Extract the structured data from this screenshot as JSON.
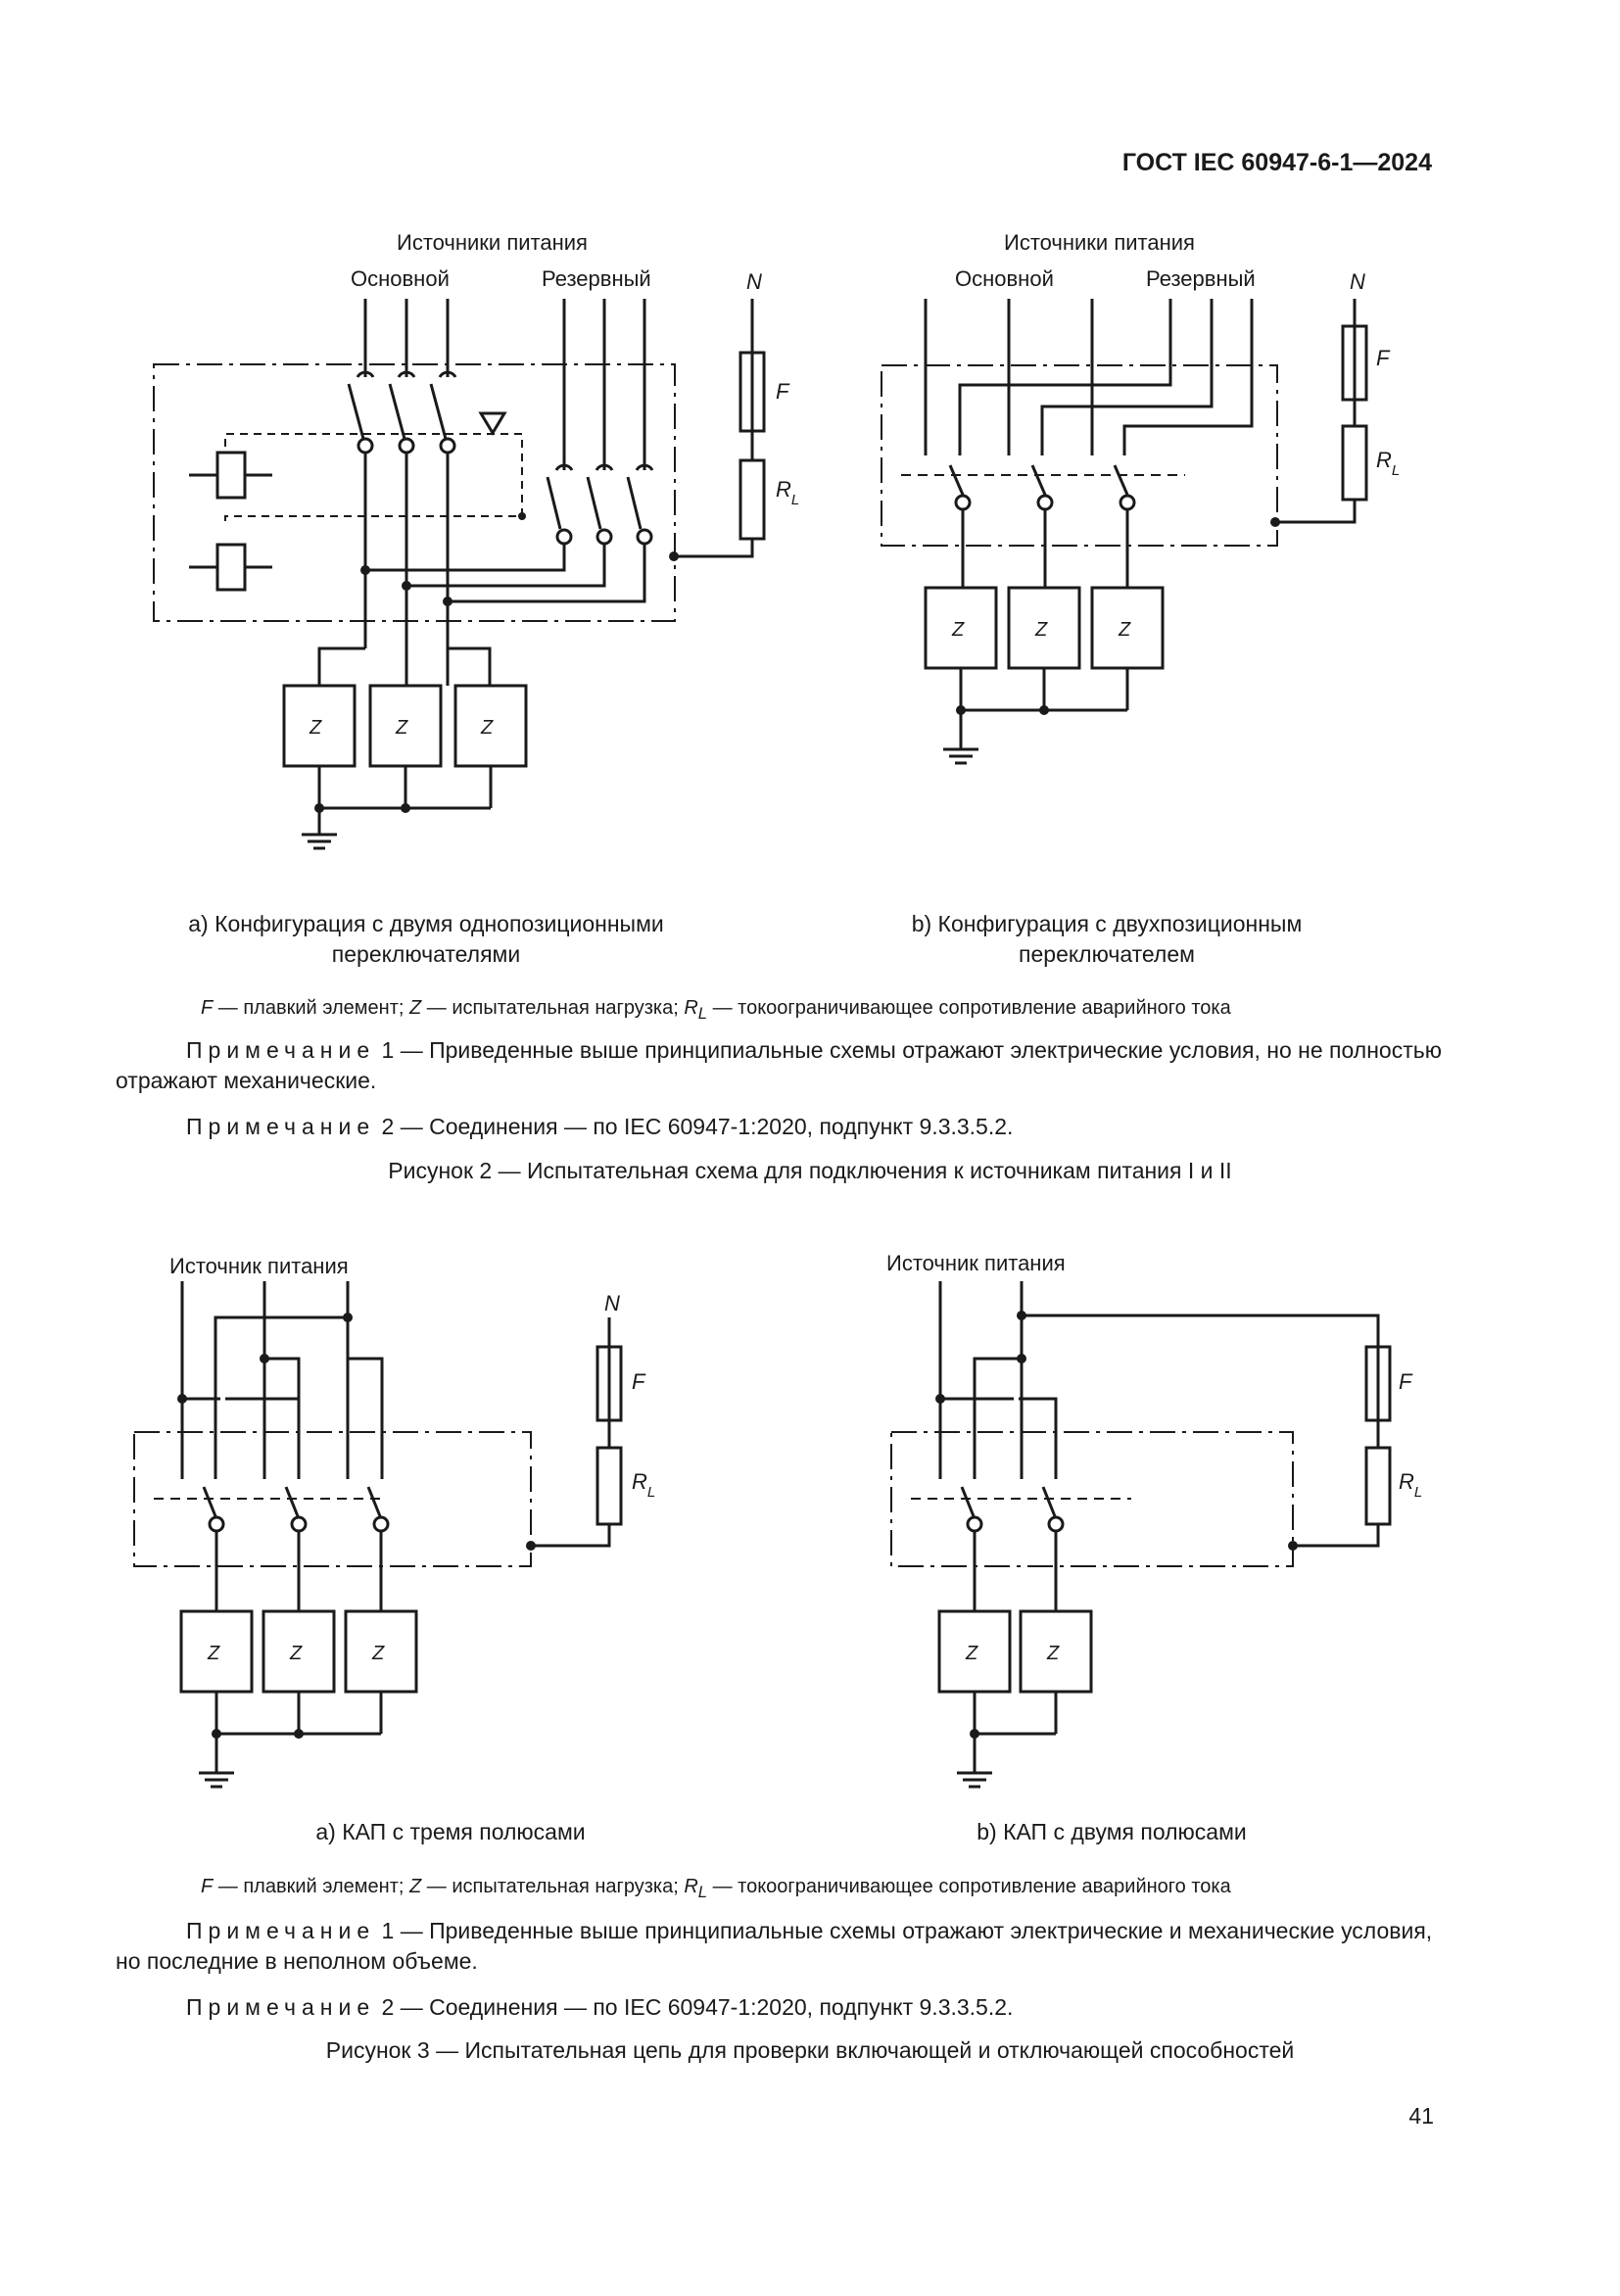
{
  "header": {
    "doc_id": "ГОСТ IEC 60947-6-1—2024"
  },
  "figure2": {
    "a": {
      "sources_label": "Источники питания",
      "main_label": "Основной",
      "reserve_label": "Резервный",
      "n_label": "N",
      "f_label": "F",
      "rl_label": "R",
      "rl_sub": "L",
      "z_label": "Z",
      "caption_line1": "а) Конфигурация с двумя однопозиционными",
      "caption_line2": "переключателями"
    },
    "b": {
      "sources_label": "Источники питания",
      "main_label": "Основной",
      "reserve_label": "Резервный",
      "n_label": "N",
      "f_label": "F",
      "rl_label": "R",
      "rl_sub": "L",
      "z_label": "Z",
      "caption_line1": "b) Конфигурация с двухпозиционным",
      "caption_line2": "переключателем"
    },
    "legend": {
      "f": "F",
      "f_text": " — плавкий элемент; ",
      "z": "Z",
      "z_text": " — испытательная нагрузка; ",
      "r": "R",
      "r_sub": "L",
      "r_text": " — токоограничивающее сопротивление аварийного тока"
    },
    "note1_label": "Примечание",
    "note1_text": " 1 — Приведенные выше принципиальные схемы отражают электрические условия, но не полностью отражают механические.",
    "note2_label": "Примечание",
    "note2_text": " 2 — Соединения — по IEC 60947-1:2020, подпункт 9.3.3.5.2.",
    "title": "Рисунок 2 — Испытательная схема для подключения к источникам питания I и II"
  },
  "figure3": {
    "a": {
      "source_label": "Источник питания",
      "n_label": "N",
      "f_label": "F",
      "rl_label": "R",
      "rl_sub": "L",
      "z_label": "Z",
      "caption": "а) КАП с тремя полюсами"
    },
    "b": {
      "source_label": "Источник питания",
      "f_label": "F",
      "rl_label": "R",
      "rl_sub": "L",
      "z_label": "Z",
      "caption": "b) КАП с двумя полюсами"
    },
    "legend": {
      "f": "F",
      "f_text": " — плавкий элемент; ",
      "z": "Z",
      "z_text": " — испытательная нагрузка; ",
      "r": "R",
      "r_sub": "L",
      "r_text": " — токоограничивающее сопротивление аварийного тока"
    },
    "note1_label": "Примечание",
    "note1_text": " 1 — Приведенные выше принципиальные схемы отражают электрические и механические условия, но последние в неполном объеме.",
    "note2_label": "Примечание",
    "note2_text": " 2 — Соединения — по IEC 60947-1:2020, подпункт 9.3.3.5.2.",
    "title": "Рисунок 3 — Испытательная цепь для проверки включающей и отключающей способностей"
  },
  "page_number": "41"
}
